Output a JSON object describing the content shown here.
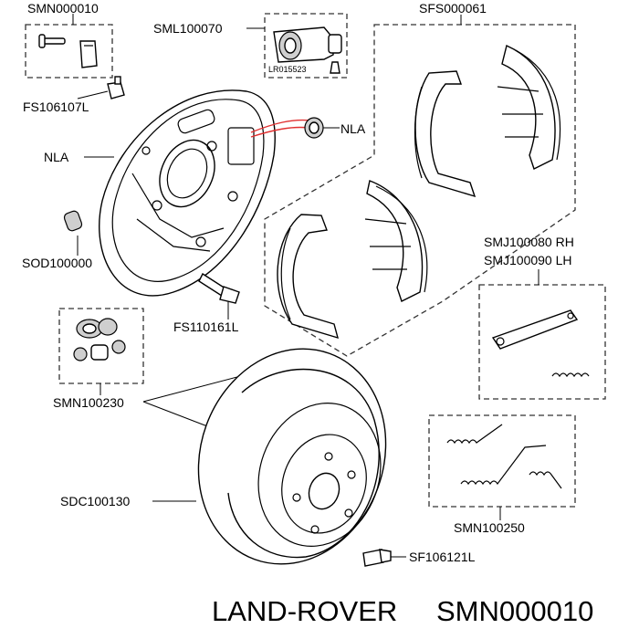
{
  "parts": {
    "smn000010": "SMN000010",
    "sml100070": "SML100070",
    "lr015523": "LR015523",
    "sfs000061": "SFS000061",
    "fs106107l": "FS106107L",
    "nla_right": "NLA",
    "nla_left": "NLA",
    "sod100000": "SOD100000",
    "fs110161l": "FS110161L",
    "smj100080": "SMJ100080 RH",
    "smj100090": "SMJ100090 LH",
    "smn100230": "SMN100230",
    "sdc100130": "SDC100130",
    "smn100250": "SMN100250",
    "sf106121l": "SF106121L"
  },
  "footer": {
    "brand": "LAND-ROVER",
    "part_number": "SMN000010"
  },
  "colors": {
    "line": "#000000",
    "highlight": "#e03030",
    "background": "#ffffff"
  }
}
